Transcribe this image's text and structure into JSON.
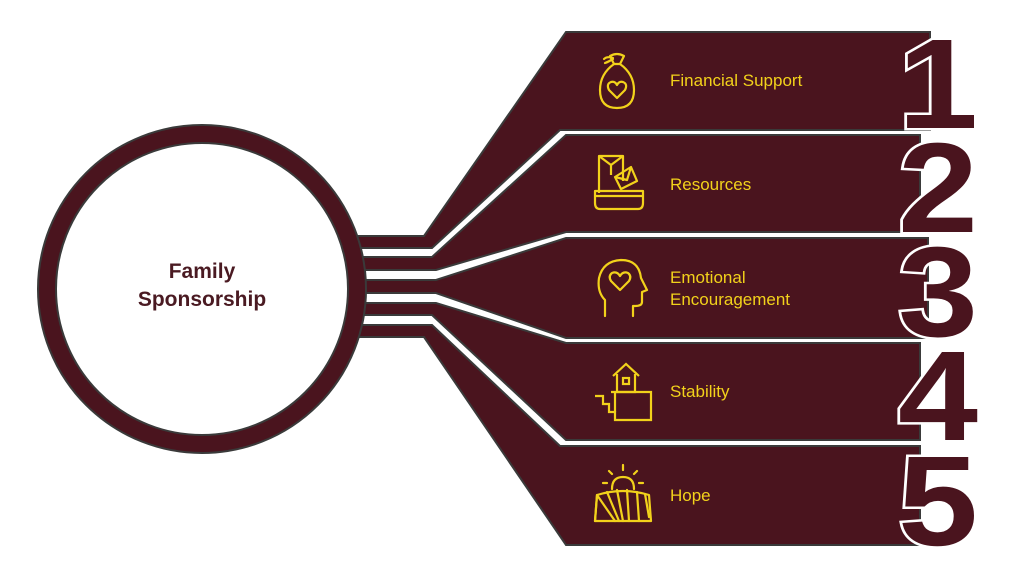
{
  "colors": {
    "ribbon": "#4a141e",
    "outline": "#3a3a3a",
    "gap": "#ffffff",
    "accent": "#f2d21b",
    "center_text": "#4a1a22"
  },
  "center": {
    "title_line1": "Family",
    "title_line2": "Sponsorship"
  },
  "items": [
    {
      "number": "1",
      "label_line1": "Financial Support",
      "label_line2": "",
      "icon": "money-bag-heart-icon"
    },
    {
      "number": "2",
      "label_line1": "Resources",
      "label_line2": "",
      "icon": "envelopes-tray-icon"
    },
    {
      "number": "3",
      "label_line1": "Emotional",
      "label_line2": "Encouragement",
      "icon": "head-heart-icon"
    },
    {
      "number": "4",
      "label_line1": "Stability",
      "label_line2": "",
      "icon": "house-stairs-icon"
    },
    {
      "number": "5",
      "label_line1": "Hope",
      "label_line2": "",
      "icon": "sunrise-field-icon"
    }
  ]
}
